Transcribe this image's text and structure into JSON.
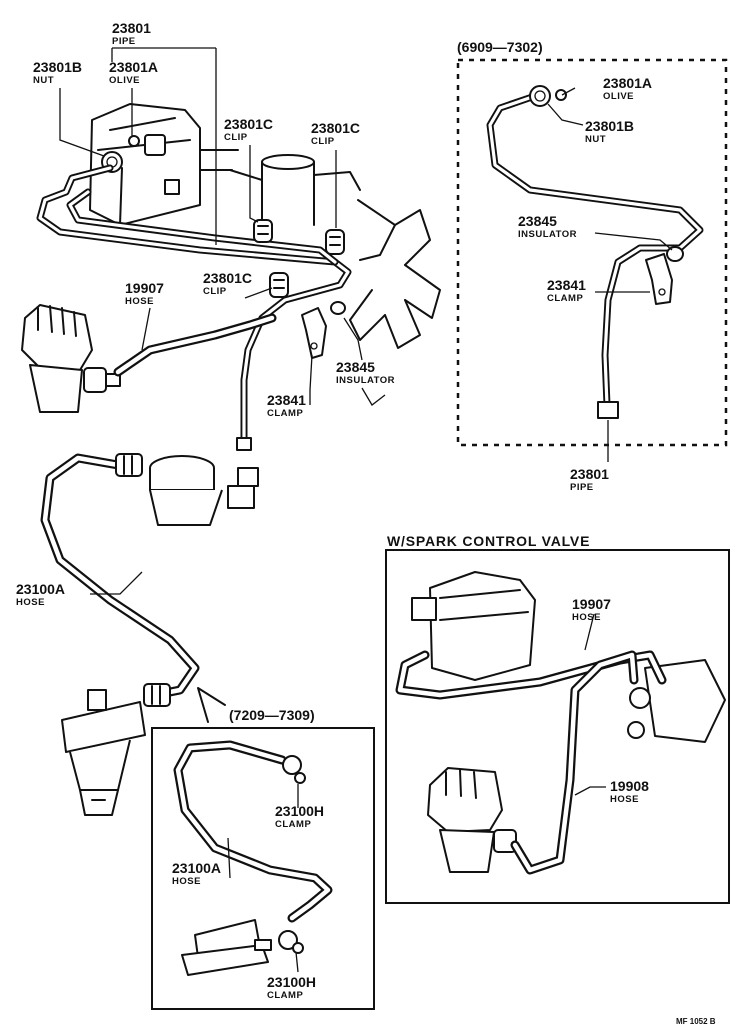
{
  "callouts": {
    "p23801_top": {
      "number": "23801",
      "name": "PIPE"
    },
    "p23801B_top": {
      "number": "23801B",
      "name": "NUT"
    },
    "p23801A_top": {
      "number": "23801A",
      "name": "OLIVE"
    },
    "p23801C_a": {
      "number": "23801C",
      "name": "CLIP"
    },
    "p23801C_b": {
      "number": "23801C",
      "name": "CLIP"
    },
    "p23801C_c": {
      "number": "23801C",
      "name": "CLIP"
    },
    "p19907_main": {
      "number": "19907",
      "name": "HOSE"
    },
    "p23841_main": {
      "number": "23841",
      "name": "CLAMP"
    },
    "p23845_main": {
      "number": "23845",
      "name": "INSULATOR"
    },
    "p23100A_main": {
      "number": "23100A",
      "name": "HOSE"
    },
    "p23801A_inset": {
      "number": "23801A",
      "name": "OLIVE"
    },
    "p23801B_inset": {
      "number": "23801B",
      "name": "NUT"
    },
    "p23845_inset": {
      "number": "23845",
      "name": "INSULATOR"
    },
    "p23841_inset": {
      "number": "23841",
      "name": "CLAMP"
    },
    "p23801_inset": {
      "number": "23801",
      "name": "PIPE"
    },
    "p23100H_a": {
      "number": "23100H",
      "name": "CLAMP"
    },
    "p23100A_inset": {
      "number": "23100A",
      "name": "HOSE"
    },
    "p23100H_b": {
      "number": "23100H",
      "name": "CLAMP"
    },
    "p19907_spark": {
      "number": "19907",
      "name": "HOSE"
    },
    "p19908_spark": {
      "number": "19908",
      "name": "HOSE"
    }
  },
  "insets": {
    "pipe_range": "(6909—7302)",
    "hose_range": "(7209—7309)",
    "spark_title": "W/SPARK  CONTROL  VALVE"
  },
  "footer": {
    "code": "MF  1052 B"
  }
}
